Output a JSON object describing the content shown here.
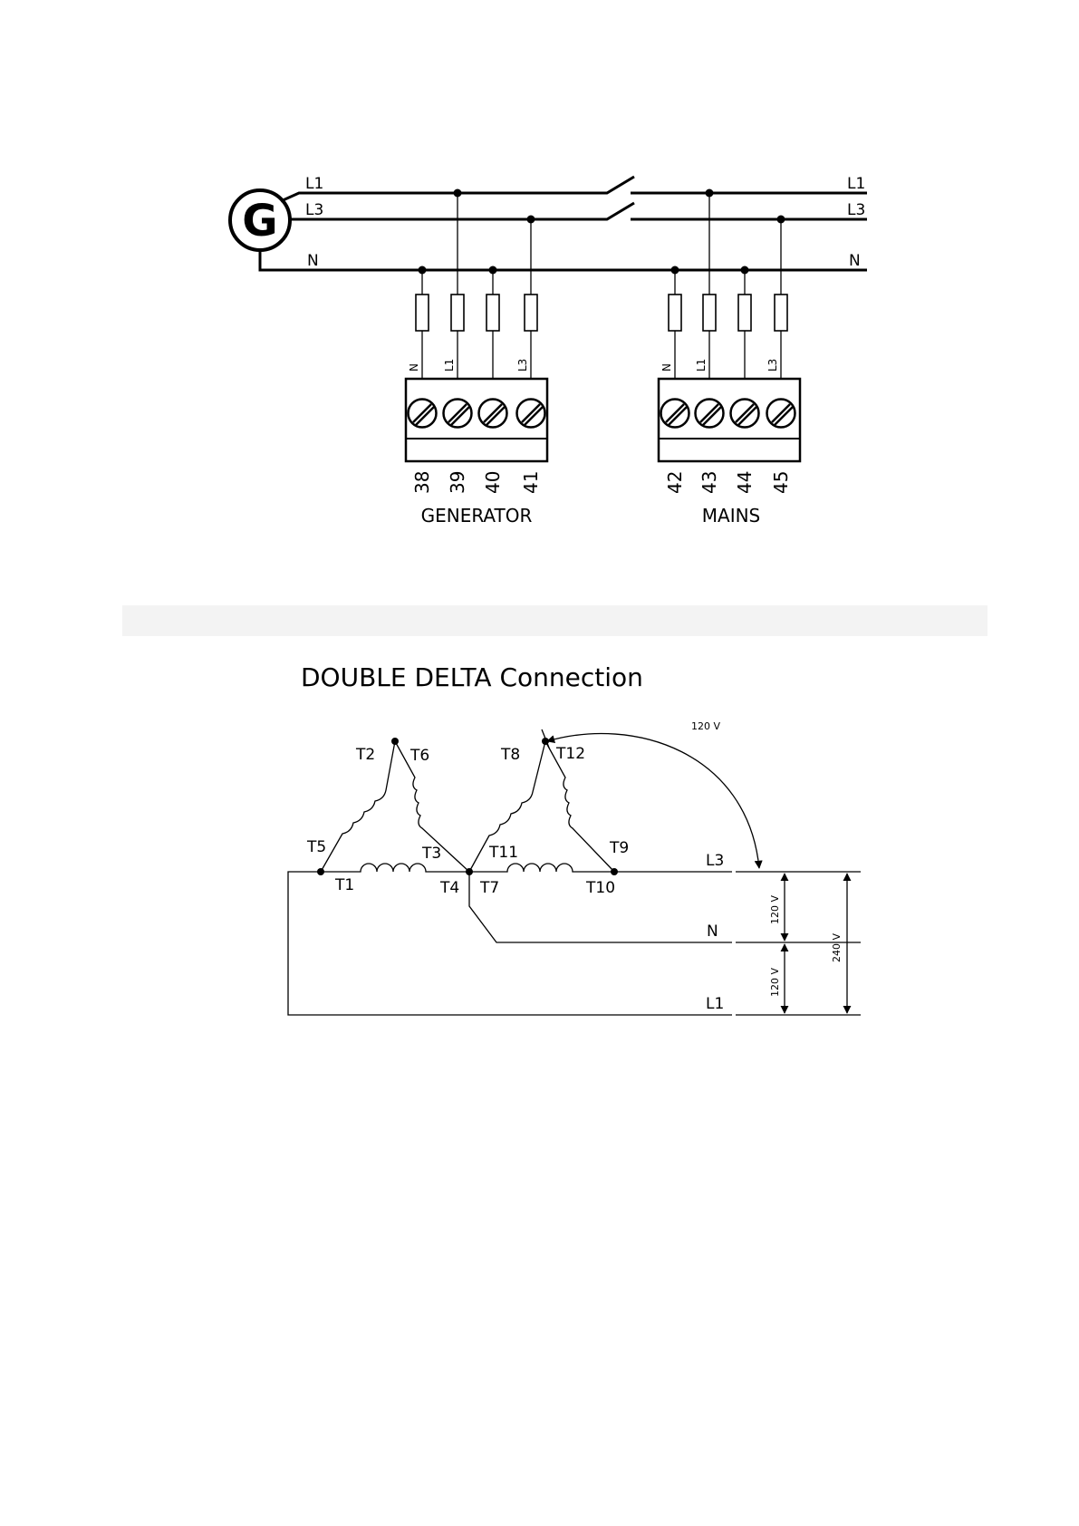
{
  "diagram1": {
    "generator_symbol": "G",
    "line_labels": {
      "l1": "L1",
      "l3": "L3",
      "n": "N"
    },
    "generator_terminals": {
      "wire_labels": [
        "N",
        "L1",
        "",
        "L3"
      ],
      "numbers": [
        "38",
        "39",
        "40",
        "41"
      ],
      "group_label": "GENERATOR"
    },
    "mains_terminals": {
      "wire_labels": [
        "N",
        "L1",
        "",
        "L3"
      ],
      "numbers": [
        "42",
        "43",
        "44",
        "45"
      ],
      "group_label": "MAINS"
    }
  },
  "diagram2": {
    "title": "DOUBLE DELTA Connection",
    "terminals": {
      "t1": "T1",
      "t2": "T2",
      "t3": "T3",
      "t4": "T4",
      "t5": "T5",
      "t6": "T6",
      "t7": "T7",
      "t8": "T8",
      "t9": "T9",
      "t10": "T10",
      "t11": "T11",
      "t12": "T12"
    },
    "lines": {
      "l3": "L3",
      "n": "N",
      "l1": "L1"
    },
    "voltages": {
      "arc": "120 V",
      "upper": "120 V",
      "lower": "120 V",
      "total": "240 V"
    }
  },
  "colors": {
    "ink": "#000000",
    "band": "#f3f3f3"
  }
}
